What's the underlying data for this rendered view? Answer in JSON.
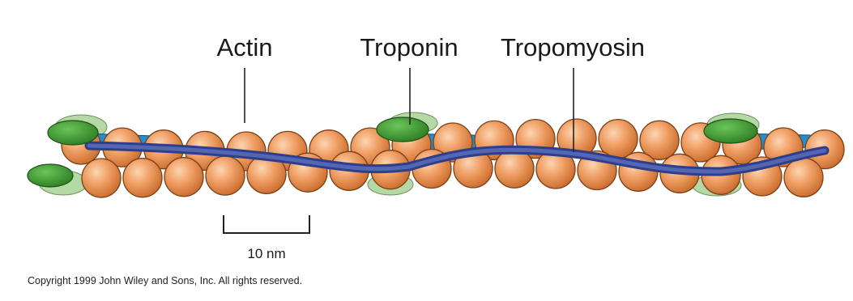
{
  "labels": {
    "actin": "Actin",
    "troponin": "Troponin",
    "tropomyosin": "Tropomyosin"
  },
  "scale_bar": {
    "label": "10 nm"
  },
  "copyright": "Copyright 1999 John Wiley and Sons, Inc. All rights reserved.",
  "colors": {
    "actin": "#ea9455",
    "actin_outline": "#8a4a1c",
    "troponin": "#3b9a2e",
    "troponin_light": "#a6d096",
    "troponin_blue": "#1e86c8",
    "tropomyosin": "#4455a0"
  }
}
